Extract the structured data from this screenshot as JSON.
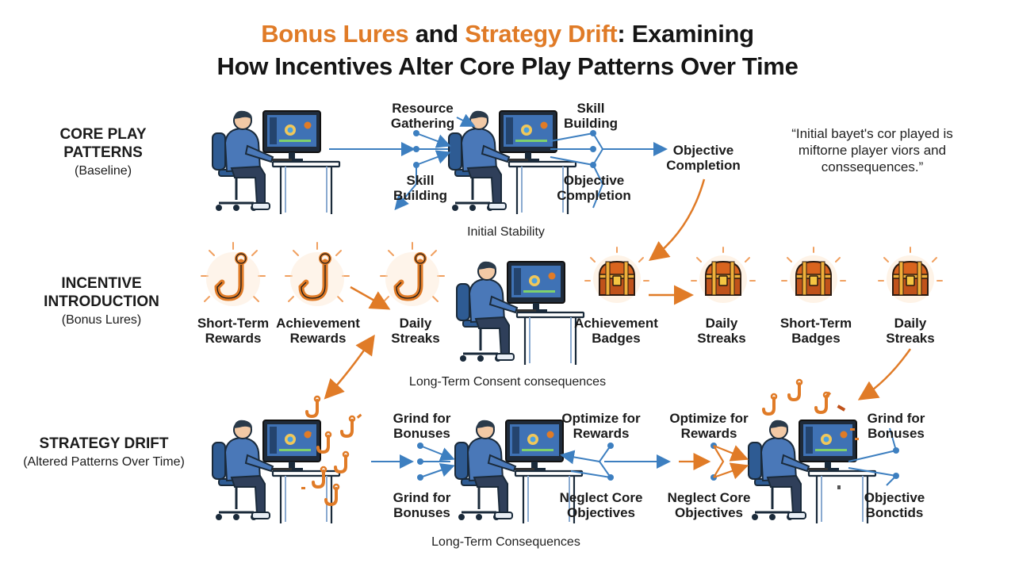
{
  "title": {
    "part1_highlight": "Bonus Lures",
    "part2": " and ",
    "part3_highlight": "Strategy Drift",
    "part4": ": Examining",
    "line2": "How Incentives Alter Core Play Patterns Over Time"
  },
  "rows": {
    "core": {
      "heading": "CORE PLAY PATTERNS",
      "sub": "(Baseline)"
    },
    "incentive": {
      "heading": "INCENTIVE INTRODUCTION",
      "sub": "(Bonus Lures)"
    },
    "drift": {
      "heading": "STRATEGY DRIFT",
      "sub": "(Altered Patterns Over Time)"
    }
  },
  "core_labels": {
    "resource_gathering": [
      "Resource",
      "Gathering"
    ],
    "skill_building_top": [
      "Skill",
      "Building"
    ],
    "skill_building_bottom": [
      "Skill",
      "Building"
    ],
    "objective_completion_mid": [
      "Objective",
      "Completion"
    ],
    "objective_completion_right": [
      "Objective",
      "Completion"
    ]
  },
  "quote": [
    "“Initial bayet's cor played is",
    "miftorne player viors and",
    "conssequences.”"
  ],
  "captions": {
    "initial_stability": "Initial Stability",
    "long_term_consent": "Long-Term Consent consequences",
    "long_term_consequences": "Long-Term Consequences"
  },
  "incentive_labels": {
    "short_term_rewards": [
      "Short-Term",
      "Rewards"
    ],
    "achievement_rewards": [
      "Achievement",
      "Rewards"
    ],
    "daily_streaks_1": [
      "Daily",
      "Streaks"
    ],
    "achievement_badges": [
      "Achievement",
      "Badges"
    ],
    "daily_streaks_2": [
      "Daily",
      "Streaks"
    ],
    "short_term_badges": [
      "Short-Term",
      "Badges"
    ],
    "daily_streaks_3": [
      "Daily",
      "Streaks"
    ]
  },
  "drift_labels": {
    "grind_top": [
      "Grind for",
      "Bonuses"
    ],
    "grind_bottom": [
      "Grind for",
      "Bonuses"
    ],
    "optimize_1": [
      "Optimize for",
      "Rewards"
    ],
    "neglect_1": [
      "Neglect Core",
      "Objectives"
    ],
    "optimize_2": [
      "Optimize for",
      "Rewards"
    ],
    "neglect_2": [
      "Neglect Core",
      "Objectives"
    ],
    "grind_right": [
      "Grind for",
      "Bonuses"
    ],
    "objective_right": [
      "Objective",
      "Bonctids"
    ]
  },
  "icons": [
    "person-at-computer-icon",
    "fish-hook-icon",
    "treasure-chest-icon"
  ],
  "colors": {
    "accent_orange": "#e07b27",
    "arrow_blue": "#3d7fc0",
    "text_dark": "#151515"
  }
}
